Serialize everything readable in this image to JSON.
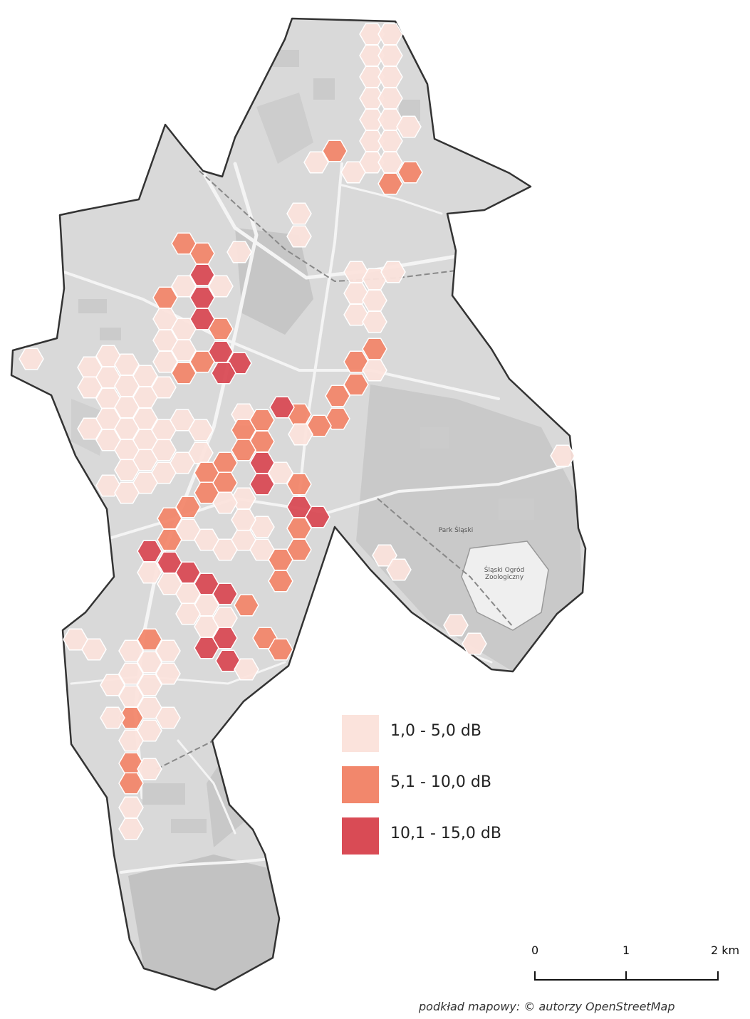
{
  "legend": {
    "items": [
      {
        "label": "1,0 - 5,0 dB",
        "color": "#fbe3dc"
      },
      {
        "label": "5,1 - 10,0 dB",
        "color": "#f2876c"
      },
      {
        "label": "10,1 - 15,0 dB",
        "color": "#d94b55"
      }
    ]
  },
  "scale": {
    "ticks": [
      "0",
      "1",
      "2 km"
    ]
  },
  "attribution": "podkład mapowy: © autorzy OpenStreetMap",
  "places": {
    "zoo": "Śląski Ogród Zoologiczny",
    "park": "Park Śląski"
  },
  "colors": {
    "district": "#d9d9d9",
    "district_dark": "#c4c4c4",
    "border": "#333333",
    "road": "#f4f4f4"
  }
}
